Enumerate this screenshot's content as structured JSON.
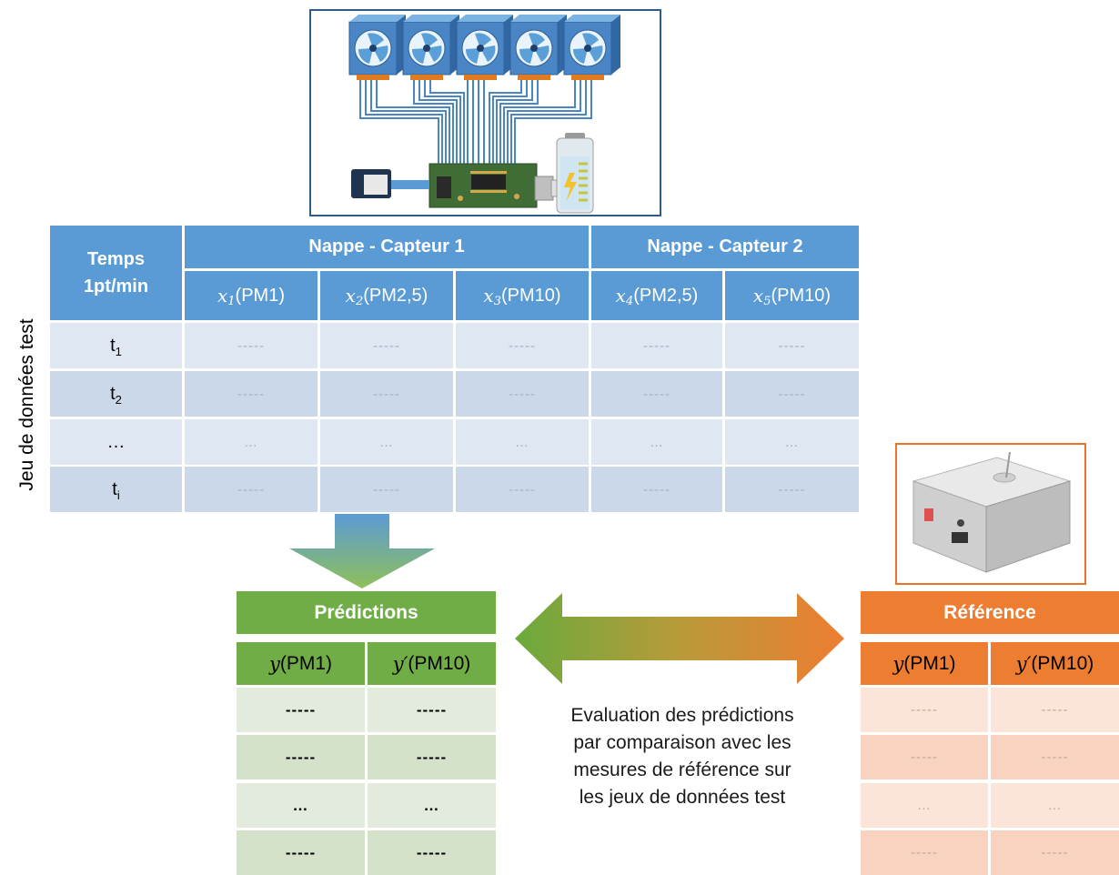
{
  "main_table": {
    "time_header_line1": "Temps",
    "time_header_line2": "1pt/min",
    "group_headers": [
      "Nappe - Capteur 1",
      "Nappe - Capteur 2"
    ],
    "columns": [
      {
        "var": "x",
        "sub": "1",
        "unit": "(PM1)"
      },
      {
        "var": "x",
        "sub": "2",
        "unit": "(PM2,5)"
      },
      {
        "var": "x",
        "sub": "3",
        "unit": "(PM10)"
      },
      {
        "var": "x",
        "sub": "4",
        "unit": "(PM2,5)"
      },
      {
        "var": "x",
        "sub": "5",
        "unit": "(PM10)"
      }
    ],
    "rows": [
      {
        "t": "t",
        "sub": "1",
        "cells": [
          "-----",
          "-----",
          "-----",
          "-----",
          "-----"
        ]
      },
      {
        "t": "t",
        "sub": "2",
        "cells": [
          "-----",
          "-----",
          "-----",
          "-----",
          "-----"
        ]
      },
      {
        "t": "…",
        "sub": "",
        "cells": [
          "…",
          "…",
          "…",
          "…",
          "…"
        ]
      },
      {
        "t": "t",
        "sub": "i",
        "cells": [
          "-----",
          "-----",
          "-----",
          "-----",
          "-----"
        ]
      }
    ],
    "side_label": "Jeu de données test"
  },
  "predictions": {
    "title": "Prédictions",
    "columns": [
      {
        "var": "y",
        "unit": "(PM1)"
      },
      {
        "var": "y′",
        "unit": "(PM10)"
      }
    ],
    "rows": [
      [
        "-----",
        "-----"
      ],
      [
        "-----",
        "-----"
      ],
      [
        "…",
        "…"
      ],
      [
        "-----",
        "-----"
      ]
    ]
  },
  "reference": {
    "title": "Référence",
    "columns": [
      {
        "var": "y",
        "unit": "(PM1)"
      },
      {
        "var": "y′",
        "unit": "(PM10)"
      }
    ],
    "rows": [
      [
        "-----",
        "-----"
      ],
      [
        "-----",
        "-----"
      ],
      [
        "…",
        "…"
      ],
      [
        "-----",
        "-----"
      ]
    ]
  },
  "evaluation_text": "Evaluation des prédictions\npar comparaison avec les\nmesures de référence sur\nles jeux de données test",
  "colors": {
    "blue": "#5b9bd5",
    "green": "#70ad47",
    "orange": "#ed7d31"
  }
}
